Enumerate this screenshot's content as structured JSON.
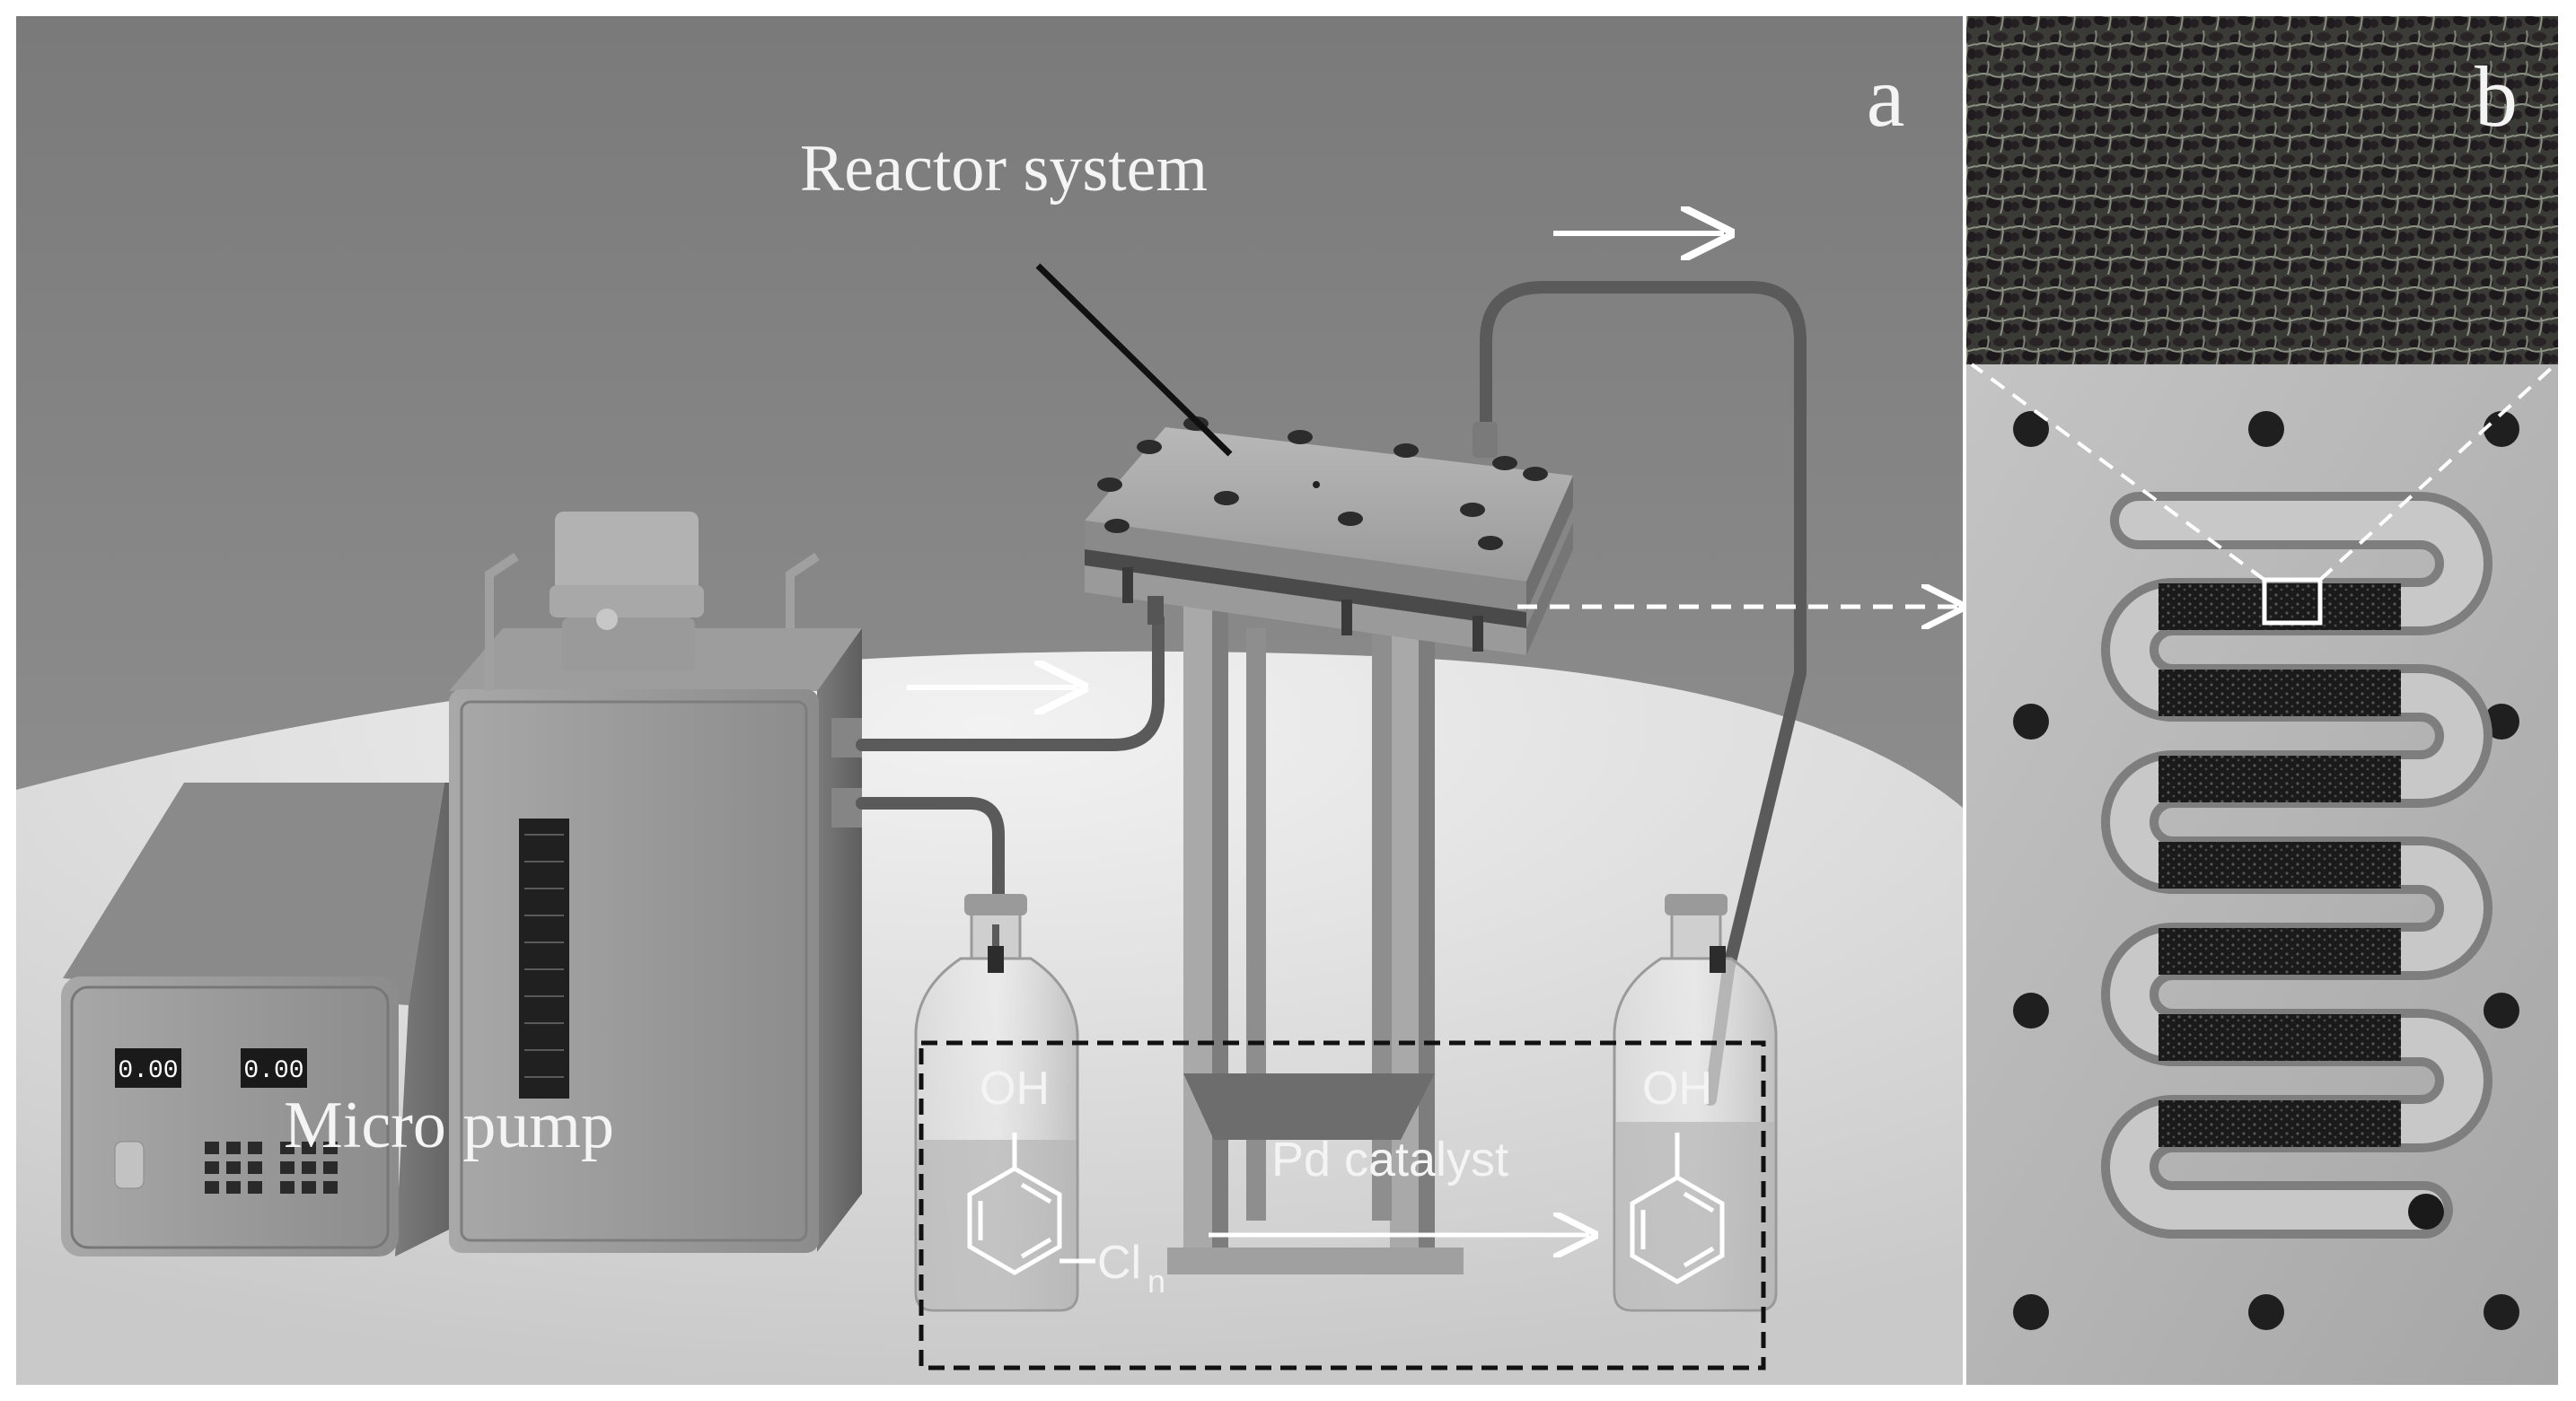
{
  "panels": {
    "a": {
      "letter": "a",
      "reactor_label": "Reactor system",
      "pump_label": "Micro pump",
      "display_left": "0.00",
      "display_right": "0.00",
      "reaction": {
        "reactant_substituent": "OH",
        "reactant_halogen": "Cl",
        "reactant_halogen_subscript": "n",
        "product_substituent": "OH",
        "catalyst": "Pd catalyst"
      }
    },
    "b": {
      "letter": "b"
    }
  },
  "colors": {
    "background_wall": "#8e8e8e",
    "table": "#dcdcdc",
    "equipment": "#9e9e9e",
    "arrow": "#ffffff",
    "label_text": "#f4f4f4"
  },
  "icons": [
    "flow-arrow-icon",
    "dashed-zoom-arrow-icon",
    "benzene-ring-icon"
  ]
}
